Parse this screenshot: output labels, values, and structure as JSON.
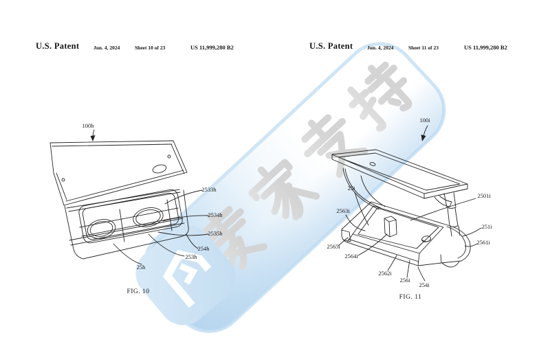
{
  "sheet10": {
    "header": {
      "title": "U.S. Patent",
      "date": "Jun. 4, 2024",
      "sheet": "Sheet 10 of 23",
      "number": "US 11,999,280 B2"
    },
    "figure": {
      "caption": "FIG. 10",
      "ref": "100h",
      "labels": [
        "2533h",
        "2534h",
        "2535h",
        "254h",
        "253h",
        "25h"
      ]
    }
  },
  "sheet11": {
    "header": {
      "title": "U.S. Patent",
      "date": "Jun. 4, 2024",
      "sheet": "Sheet 11 of 23",
      "number": "US 11,999,280 B2"
    },
    "figure": {
      "caption": "FIG. 11",
      "ref": "100i",
      "labels": [
        "25i",
        "2501i",
        "2563i",
        "251i",
        "2561i",
        "2565i",
        "2564i",
        "2562i",
        "256i",
        "254i"
      ]
    }
  },
  "watermark": {
    "text": "麦家支持",
    "characters": [
      "麦",
      "家",
      "支",
      "持"
    ],
    "band_border_color": "#cfe5f6",
    "band_fill_color": "#b7d6ee",
    "text_color": "#d2d2d2",
    "logo": "shield-p-logo",
    "logo_color": "#cbe1f2"
  }
}
